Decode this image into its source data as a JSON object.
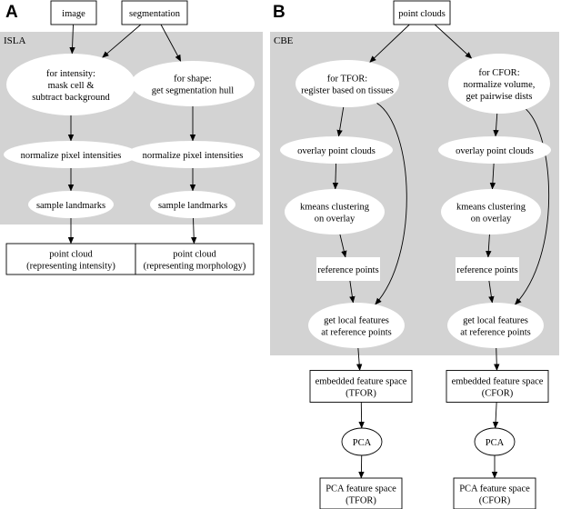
{
  "panels": [
    {
      "letter": "A",
      "cluster_label": "ISLA"
    },
    {
      "letter": "B",
      "cluster_label": "CBE"
    }
  ],
  "nodes": {
    "image": {
      "lines": [
        "image"
      ]
    },
    "segmentation": {
      "lines": [
        "segmentation"
      ]
    },
    "intensity": {
      "lines": [
        "for intensity:",
        "mask cell &",
        "subtract background"
      ]
    },
    "shape": {
      "lines": [
        "for shape:",
        "get segmentation hull"
      ]
    },
    "norm_a1": {
      "lines": [
        "normalize pixel intensities"
      ]
    },
    "norm_a2": {
      "lines": [
        "normalize pixel intensities"
      ]
    },
    "sample_a1": {
      "lines": [
        "sample landmarks"
      ]
    },
    "sample_a2": {
      "lines": [
        "sample landmarks"
      ]
    },
    "pc_intensity": {
      "lines": [
        "point cloud",
        "(representing intensity)"
      ]
    },
    "pc_morph": {
      "lines": [
        "point cloud",
        "(representing morphology)"
      ]
    },
    "point_clouds": {
      "lines": [
        "point clouds"
      ]
    },
    "tfor": {
      "lines": [
        "for TFOR:",
        "register based on tissues"
      ]
    },
    "cfor": {
      "lines": [
        "for CFOR:",
        "normalize volume,",
        "get pairwise dists"
      ]
    },
    "overlay_t": {
      "lines": [
        "overlay point clouds"
      ]
    },
    "overlay_c": {
      "lines": [
        "overlay point clouds"
      ]
    },
    "kmeans_t": {
      "lines": [
        "kmeans clustering",
        "on overlay"
      ]
    },
    "kmeans_c": {
      "lines": [
        "kmeans clustering",
        "on overlay"
      ]
    },
    "ref_t": {
      "lines": [
        "reference points"
      ]
    },
    "ref_c": {
      "lines": [
        "reference points"
      ]
    },
    "local_t": {
      "lines": [
        "get local features",
        "at reference points"
      ]
    },
    "local_c": {
      "lines": [
        "get local features",
        "at reference points"
      ]
    },
    "emb_t": {
      "lines": [
        "embedded feature space",
        "(TFOR)"
      ]
    },
    "emb_c": {
      "lines": [
        "embedded feature space",
        "(CFOR)"
      ]
    },
    "pca_t": {
      "lines": [
        "PCA"
      ]
    },
    "pca_c": {
      "lines": [
        "PCA"
      ]
    },
    "pcafs_t": {
      "lines": [
        "PCA feature space",
        "(TFOR)"
      ]
    },
    "pcafs_c": {
      "lines": [
        "PCA feature space",
        "(CFOR)"
      ]
    }
  },
  "edges": [
    [
      "image",
      "intensity"
    ],
    [
      "segmentation",
      "intensity"
    ],
    [
      "segmentation",
      "shape"
    ],
    [
      "intensity",
      "norm_a1"
    ],
    [
      "shape",
      "norm_a2"
    ],
    [
      "norm_a1",
      "sample_a1"
    ],
    [
      "norm_a2",
      "sample_a2"
    ],
    [
      "sample_a1",
      "pc_intensity"
    ],
    [
      "sample_a2",
      "pc_morph"
    ],
    [
      "point_clouds",
      "tfor"
    ],
    [
      "point_clouds",
      "cfor"
    ],
    [
      "tfor",
      "overlay_t"
    ],
    [
      "cfor",
      "overlay_c"
    ],
    [
      "tfor",
      "local_t"
    ],
    [
      "cfor",
      "local_c"
    ],
    [
      "overlay_t",
      "kmeans_t"
    ],
    [
      "overlay_c",
      "kmeans_c"
    ],
    [
      "kmeans_t",
      "ref_t"
    ],
    [
      "kmeans_c",
      "ref_c"
    ],
    [
      "ref_t",
      "local_t"
    ],
    [
      "ref_c",
      "local_c"
    ],
    [
      "local_t",
      "emb_t"
    ],
    [
      "local_c",
      "emb_c"
    ],
    [
      "emb_t",
      "pca_t"
    ],
    [
      "emb_c",
      "pca_c"
    ],
    [
      "pca_t",
      "pcafs_t"
    ],
    [
      "pca_c",
      "pcafs_c"
    ]
  ],
  "colors": {
    "cluster_fill": "#d3d3d3",
    "node_fill": "#ffffff",
    "stroke": "#000000"
  }
}
